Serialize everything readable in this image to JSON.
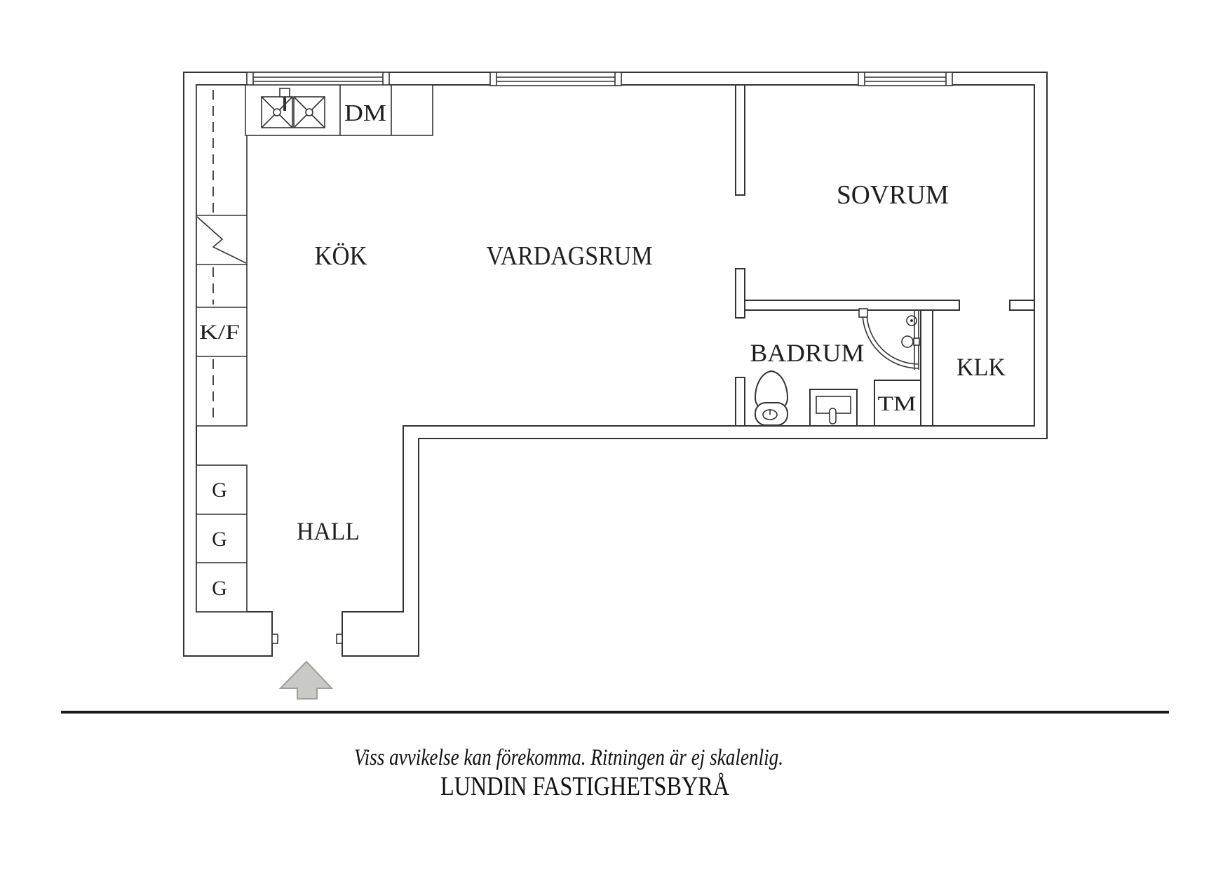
{
  "rooms": {
    "kok": "KÖK",
    "vardagsrum": "VARDAGSRUM",
    "sovrum": "SOVRUM",
    "hall": "HALL",
    "badrum": "BADRUM",
    "klk": "KLK"
  },
  "appliances": {
    "dishwasher": "DM",
    "fridge_freezer": "K/F",
    "washing_machine": "TM",
    "wardrobes": [
      "G",
      "G",
      "G"
    ]
  },
  "footer": {
    "disclaimer": "Viss avvikelse kan förekomma. Ritningen är ej skalenlig.",
    "brand": "LUNDIN FASTIGHETSBYRÅ"
  },
  "colors": {
    "line": "#333333",
    "text": "#1f1f1f",
    "arrow_fill": "#c9c9c6",
    "arrow_stroke": "#9e9e9b",
    "rule": "#1c1c1c"
  }
}
